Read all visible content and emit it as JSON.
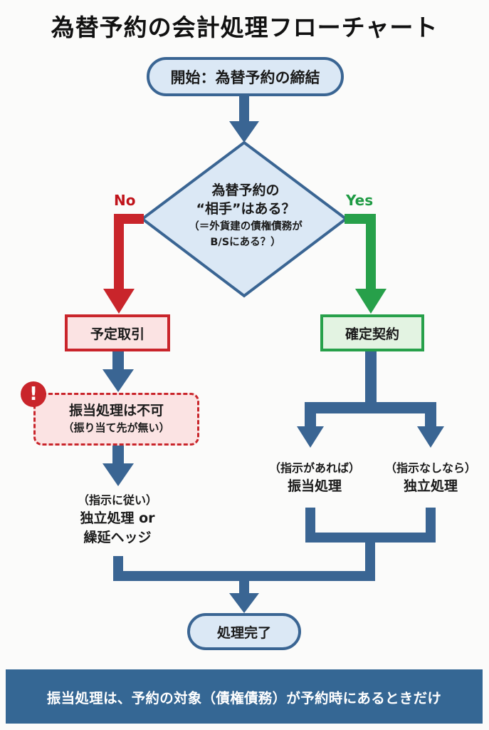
{
  "title": "為替予約の会計処理フローチャート",
  "colors": {
    "primary_blue": "#3a6593",
    "no_red": "#c9252b",
    "yes_green": "#27a04a",
    "footer_bg": "#356794"
  },
  "start": {
    "label": "開始：為替予約の締結"
  },
  "decision": {
    "line1": "為替予約の",
    "line2": "“相手”はある？",
    "line3": "（＝外貨建の債権債務が",
    "line4": "B/Sにある？）"
  },
  "branches": {
    "no": "No",
    "yes": "Yes"
  },
  "no_path": {
    "box": "予定取引",
    "warning_icon": "exclamation-icon",
    "warning_title": "振当処理は不可",
    "warning_sub": "（振り当て先が無い）",
    "result_sub": "（指示に従い）",
    "result_line1": "独立処理 or",
    "result_line2": "繰延ヘッジ"
  },
  "yes_path": {
    "box": "確定契約",
    "option_a_sub": "（指示があれば）",
    "option_a_main": "振当処理",
    "option_b_sub": "（指示なしなら）",
    "option_b_main": "独立処理"
  },
  "end": {
    "label": "処理完了"
  },
  "footer": {
    "text": "振当処理は、予約の対象（債権債務）が予約時にあるときだけ"
  }
}
